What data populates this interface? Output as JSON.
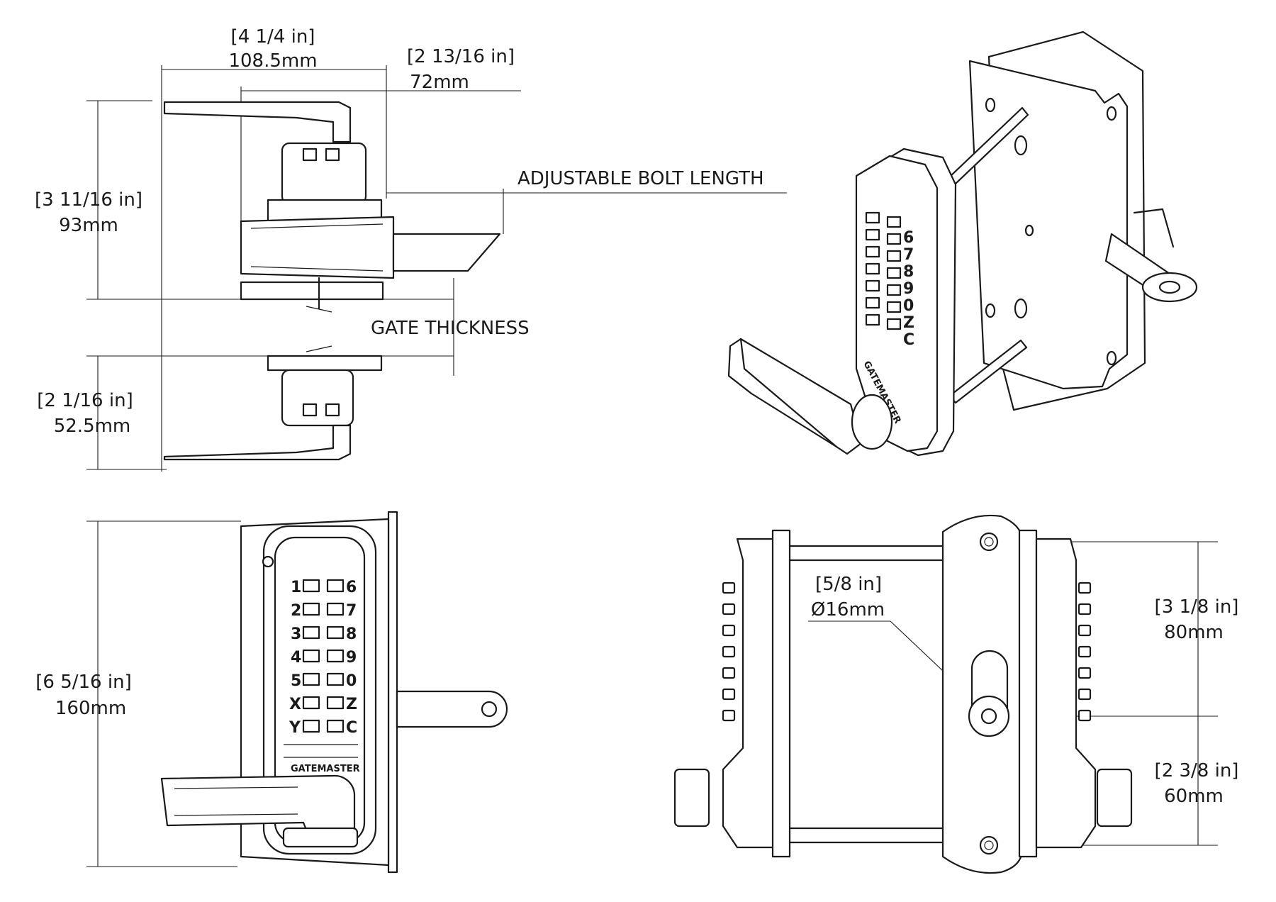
{
  "top_view": {
    "overall_width_in": "[4 1/4 in]",
    "overall_width_mm": "108.5mm",
    "bolt_offset_in": "[2 13/16 in]",
    "bolt_offset_mm": "72mm",
    "adjustable_bolt_label": "ADJUSTABLE BOLT LENGTH",
    "upper_height_in": "[3 11/16 in]",
    "upper_height_mm": "93mm",
    "gate_thickness_label": "GATE THICKNESS",
    "lower_height_in": "[2 1/16 in]",
    "lower_height_mm": "52.5mm"
  },
  "front_view": {
    "height_in": "[6 5/16 in]",
    "height_mm": "160mm",
    "keypad_left": [
      "1",
      "2",
      "3",
      "4",
      "5",
      "X",
      "Y"
    ],
    "keypad_right": [
      "6",
      "7",
      "8",
      "9",
      "0",
      "Z",
      "C"
    ],
    "brand": "GATEMASTER"
  },
  "side_view": {
    "hole_dia_in": "[5/8 in]",
    "hole_dia_mm": "Ø16mm",
    "upper_spacing_in": "[3 1/8 in]",
    "upper_spacing_mm": "80mm",
    "lower_spacing_in": "[2 3/8 in]",
    "lower_spacing_mm": "60mm"
  },
  "iso_view": {
    "brand": "GATEMASTER",
    "keypad_right": [
      "6",
      "7",
      "8",
      "9",
      "0",
      "Z",
      "C"
    ]
  }
}
